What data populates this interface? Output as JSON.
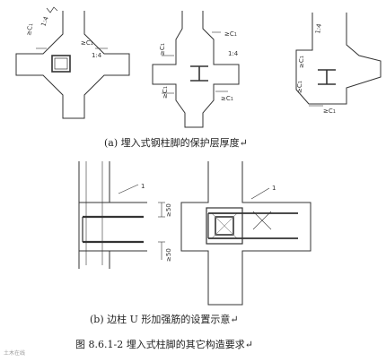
{
  "caption_a": "(a)  埋入式钢柱脚的保护层厚度↵",
  "caption_b": "(b)  边柱 U 形加强筋的设置示意↵",
  "figure_caption": "图 8.6.1-2   埋入式柱脚的其它构造要求↵",
  "watermark": "土木在线",
  "slope_label": "1:4",
  "cover_label": "≥C",
  "cover_sub": "1",
  "rebar_callout": "1",
  "dim_label": "≥50",
  "colors": {
    "line": "#333333",
    "hatch": "#888888"
  }
}
